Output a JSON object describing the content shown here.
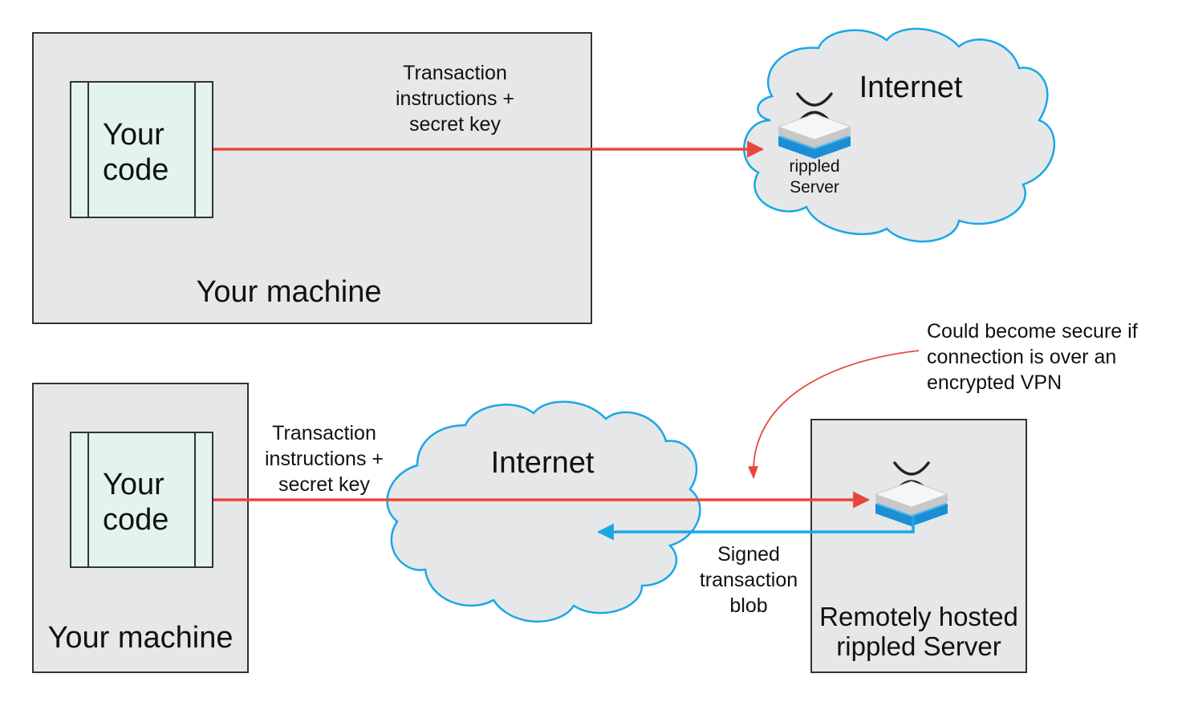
{
  "colors": {
    "machine_fill": "#e6e7e8",
    "code_fill": "#e3f4ee",
    "cloud_stroke": "#1aa7e8",
    "insecure_arrow": "#e8473d",
    "secure_arrow": "#1aa7e8",
    "outline": "#333333"
  },
  "icons": {
    "ripple_logo": "ripple-x-logo-icon",
    "server": "server-stack-icon",
    "cloud": "cloud-shape"
  },
  "top": {
    "code_label": [
      "Your",
      "code"
    ],
    "machine_label": "Your machine",
    "arrow_label": [
      "Transaction",
      "instructions +",
      "secret key"
    ],
    "cloud_label": "Internet",
    "server_label": [
      "rippled",
      "Server"
    ]
  },
  "bottom": {
    "code_label": [
      "Your",
      "code"
    ],
    "machine_label": "Your machine",
    "arrow_label": [
      "Transaction",
      "instructions +",
      "secret key"
    ],
    "cloud_label": "Internet",
    "return_label": [
      "Signed",
      "transaction",
      "blob"
    ],
    "remote_label": [
      "Remotely hosted",
      "rippled Server"
    ],
    "annotation": [
      "Could become secure if",
      "connection is over an",
      "encrypted VPN"
    ]
  }
}
